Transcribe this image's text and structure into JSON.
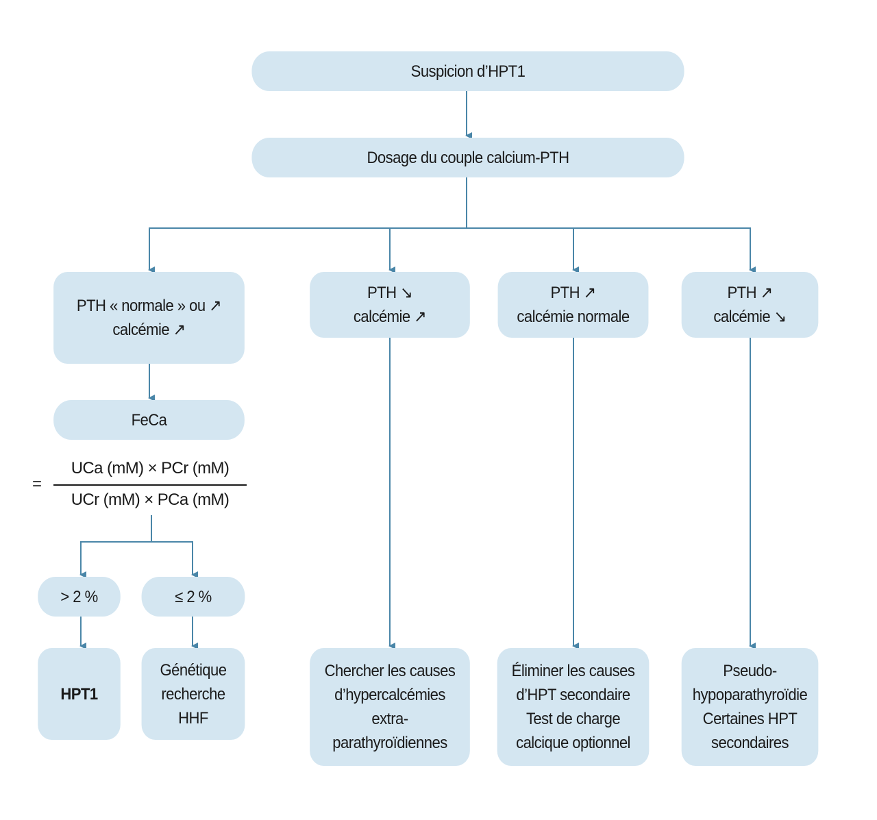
{
  "colors": {
    "node_fill": "#d4e6f1",
    "connector": "#4a86a8",
    "text": "#1a1a1a"
  },
  "nodes": {
    "suspicion": {
      "lines": [
        "Suspicion d’HPT1"
      ]
    },
    "dosage": {
      "lines": [
        "Dosage du couple calcium-PTH"
      ]
    },
    "branch1": {
      "lines": [
        "PTH « normale » ou ↗",
        "calcémie ↗"
      ]
    },
    "branch2": {
      "lines": [
        "PTH ↘",
        "calcémie ↗"
      ]
    },
    "branch3": {
      "lines": [
        "PTH ↗",
        "calcémie normale"
      ]
    },
    "branch4": {
      "lines": [
        "PTH ↗",
        "calcémie ↘"
      ]
    },
    "feca": {
      "lines": [
        "FeCa"
      ]
    },
    "gt2": {
      "lines": [
        "> 2 %"
      ]
    },
    "le2": {
      "lines": [
        "≤ 2 %"
      ]
    },
    "hpt1": {
      "lines": [
        "HPT1"
      ]
    },
    "genetique": {
      "lines": [
        "Génétique",
        "recherche",
        "HHF"
      ]
    },
    "outcome2": {
      "lines": [
        "Chercher les causes",
        "d’hypercalcémies",
        "extra-",
        "parathyroïdiennes"
      ]
    },
    "outcome3": {
      "lines": [
        "Éliminer les causes",
        "d’HPT secondaire",
        "Test de charge",
        "calcique optionnel"
      ]
    },
    "outcome4": {
      "lines": [
        "Pseudo-",
        "hypoparathyroïdie",
        "Certaines HPT",
        "secondaires"
      ]
    }
  },
  "formula": {
    "equals": "=",
    "numerator": "UCa (mM) × PCr (mM)",
    "denominator": "UCr (mM) × PCa (mM)"
  }
}
